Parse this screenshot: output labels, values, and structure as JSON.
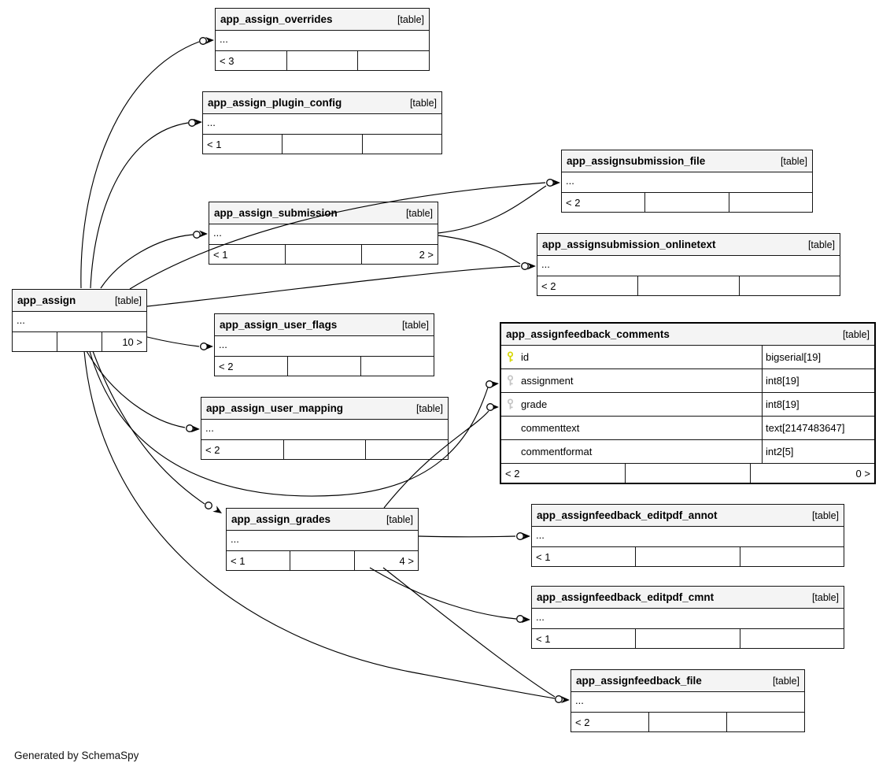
{
  "footer_note": "Generated by SchemaSpy",
  "ellipsis": "...",
  "colors": {
    "primary_key": "#d6d600",
    "foreign_key": "#c4c4c4",
    "header_bg": "#f4f4f4",
    "line": "#000000"
  },
  "tables": [
    {
      "id": "overrides",
      "name": "app_assign_overrides",
      "tag": "[table]",
      "collapsed": true,
      "footer_left": "< 3",
      "footer_right": ""
    },
    {
      "id": "plugin_config",
      "name": "app_assign_plugin_config",
      "tag": "[table]",
      "collapsed": true,
      "footer_left": "< 1",
      "footer_right": ""
    },
    {
      "id": "submission_file",
      "name": "app_assignsubmission_file",
      "tag": "[table]",
      "collapsed": true,
      "footer_left": "< 2",
      "footer_right": ""
    },
    {
      "id": "submission",
      "name": "app_assign_submission",
      "tag": "[table]",
      "collapsed": true,
      "footer_left": "< 1",
      "footer_right": "2 >"
    },
    {
      "id": "onlinetext",
      "name": "app_assignsubmission_onlinetext",
      "tag": "[table]",
      "collapsed": true,
      "footer_left": "< 2",
      "footer_right": ""
    },
    {
      "id": "assign",
      "name": "app_assign",
      "tag": "[table]",
      "collapsed": true,
      "footer_left": "",
      "footer_right": "10 >"
    },
    {
      "id": "user_flags",
      "name": "app_assign_user_flags",
      "tag": "[table]",
      "collapsed": true,
      "footer_left": "< 2",
      "footer_right": ""
    },
    {
      "id": "comments",
      "name": "app_assignfeedback_comments",
      "tag": "[table]",
      "collapsed": false,
      "emphasized": true,
      "columns": [
        {
          "icon": "primary-key",
          "name": "id",
          "type": "bigserial[19]"
        },
        {
          "icon": "foreign-key",
          "name": "assignment",
          "type": "int8[19]"
        },
        {
          "icon": "foreign-key",
          "name": "grade",
          "type": "int8[19]"
        },
        {
          "icon": null,
          "name": "commenttext",
          "type": "text[2147483647]"
        },
        {
          "icon": null,
          "name": "commentformat",
          "type": "int2[5]"
        }
      ],
      "footer_left": "< 2",
      "footer_right": "0 >"
    },
    {
      "id": "user_mapping",
      "name": "app_assign_user_mapping",
      "tag": "[table]",
      "collapsed": true,
      "footer_left": "< 2",
      "footer_right": ""
    },
    {
      "id": "grades",
      "name": "app_assign_grades",
      "tag": "[table]",
      "collapsed": true,
      "footer_left": "< 1",
      "footer_right": "4 >"
    },
    {
      "id": "annot",
      "name": "app_assignfeedback_editpdf_annot",
      "tag": "[table]",
      "collapsed": true,
      "footer_left": "< 1",
      "footer_right": ""
    },
    {
      "id": "cmnt",
      "name": "app_assignfeedback_editpdf_cmnt",
      "tag": "[table]",
      "collapsed": true,
      "footer_left": "< 1",
      "footer_right": ""
    },
    {
      "id": "file",
      "name": "app_assignfeedback_file",
      "tag": "[table]",
      "collapsed": true,
      "footer_left": "< 2",
      "footer_right": ""
    }
  ]
}
